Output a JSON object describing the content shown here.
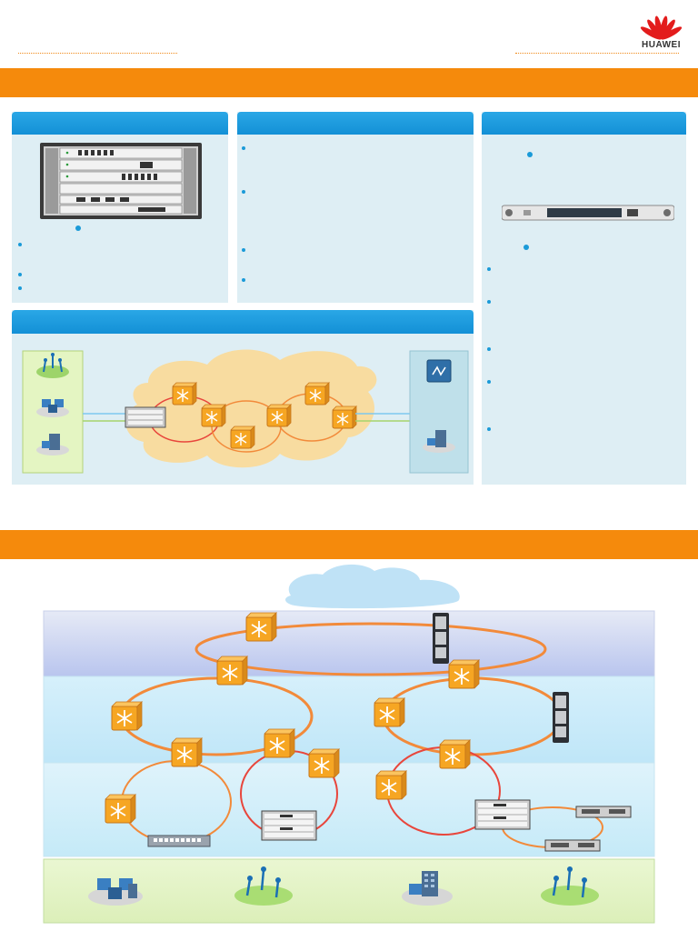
{
  "brand": {
    "logo_text": "HUAWEI",
    "logo_color": "#e31c1c"
  },
  "colors": {
    "banner": "#f58a0c",
    "panel_header": "#1c9ce0",
    "panel_body": "#deeef4",
    "cloud": "#f8dca0",
    "ring": "#f28a3a",
    "access_ring": "#e8463c",
    "router": "#f6a623"
  },
  "diagram_top": {
    "left_box_icons": [
      "wireless-towers-icon",
      "computer-cluster-icon",
      "server-icon"
    ],
    "right_box_icons": [
      "switch-icon",
      "server-cluster-icon"
    ]
  },
  "diagram_bottom": {
    "layers": [
      "core-layer",
      "aggregation-layer",
      "access-layer",
      "user-layer"
    ],
    "user_icons": [
      "computer-cluster-icon",
      "wireless-towers-icon",
      "office-building-icon",
      "wireless-towers-icon"
    ]
  }
}
